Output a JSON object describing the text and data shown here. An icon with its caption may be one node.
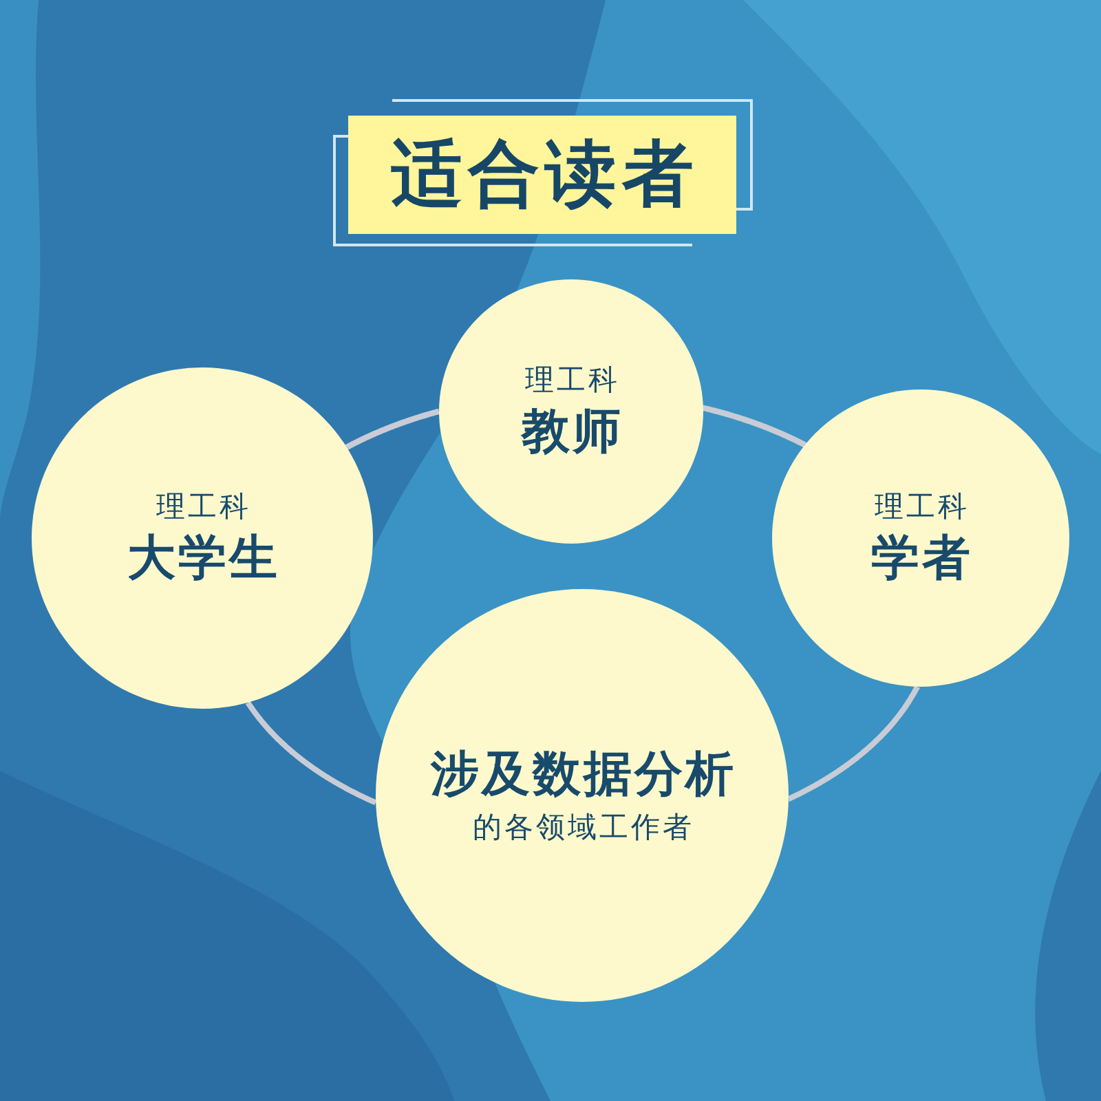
{
  "diagram": {
    "title": "适合读者",
    "nodes": [
      {
        "text": [
          "理工科",
          "教师"
        ]
      },
      {
        "text": [
          "理工科",
          "大学生"
        ]
      },
      {
        "text": [
          "理工科",
          "学者"
        ]
      },
      {
        "text": [
          "涉及数据分析",
          "的各领域工作者"
        ]
      }
    ],
    "edges": [
      {
        "from": 1,
        "to": 0,
        "arrow": "none"
      },
      {
        "from": 0,
        "to": 2,
        "arrow": "none"
      },
      {
        "from": 2,
        "to": 3,
        "arrow": "none"
      },
      {
        "from": 3,
        "to": 1,
        "arrow": "none"
      }
    ]
  }
}
